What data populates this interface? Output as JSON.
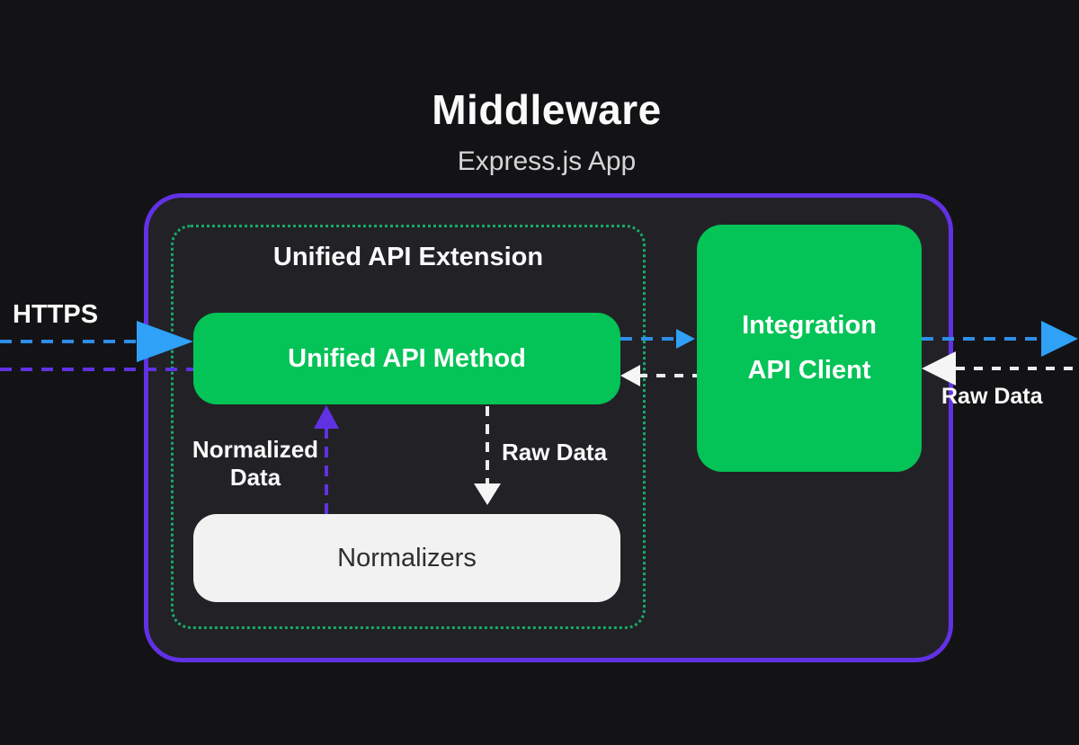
{
  "header": {
    "title": "Middleware",
    "subtitle": "Express.js App"
  },
  "diagram": {
    "https_label": "HTTPS",
    "extension_title": "Unified API Extension",
    "unified_method_label": "Unified API Method",
    "normalizers_label": "Normalizers",
    "integration_client_label": "Integration API Client",
    "normalized_data_label": "Normalized Data",
    "raw_data_middle_label": "Raw Data",
    "raw_data_right_label": "Raw Data"
  },
  "colors": {
    "background": "#131316",
    "container_fill": "#222226",
    "purple": "#6131E4",
    "green": "#04C357",
    "green_dotted": "#18A968",
    "blue": "#2E8EE9",
    "blue_bright": "#2FA1F6",
    "white_box": "#F2F2F2",
    "text_white": "#FAFAFA",
    "text_dark": "#2E2E2E",
    "subtitle_gray": "#D6D6D6"
  }
}
